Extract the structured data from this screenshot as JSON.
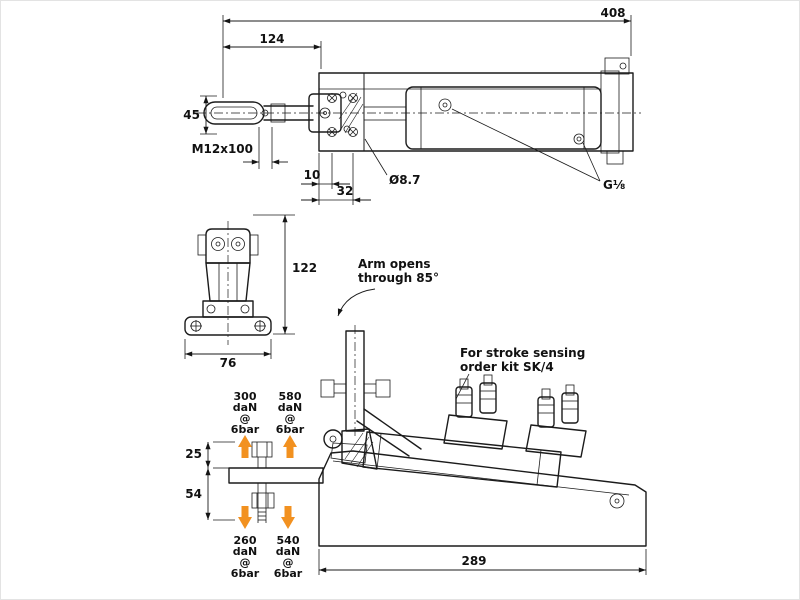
{
  "meta": {
    "title": "Pneumatic toggle clamp dimensional drawing"
  },
  "colors": {
    "accent": "#F29120",
    "line": "#1b1b1b"
  },
  "top_view": {
    "dim_total_length": "408",
    "dim_bracket_offset": "124",
    "dim_arm_height": "45",
    "thread_label": "M12x100",
    "dim_10": "10",
    "dim_32": "32",
    "hole_dia_label": "Ø8.7",
    "port_label": "G⅛"
  },
  "front_view": {
    "dim_height": "122",
    "dim_width": "76"
  },
  "side_view": {
    "arm_note": {
      "line1": "Arm opens",
      "line2": "through 85°"
    },
    "sensor_note": {
      "line1": "For stroke sensing",
      "line2": "order kit SK/4"
    },
    "dim_25": "25",
    "dim_54": "54",
    "dim_base_length": "289",
    "forces": {
      "up_left": [
        "300",
        "daN",
        "@",
        "6bar"
      ],
      "up_right": [
        "580",
        "daN",
        "@",
        "6bar"
      ],
      "down_left": [
        "260",
        "daN",
        "@",
        "6bar"
      ],
      "down_right": [
        "540",
        "daN",
        "@",
        "6bar"
      ]
    }
  }
}
